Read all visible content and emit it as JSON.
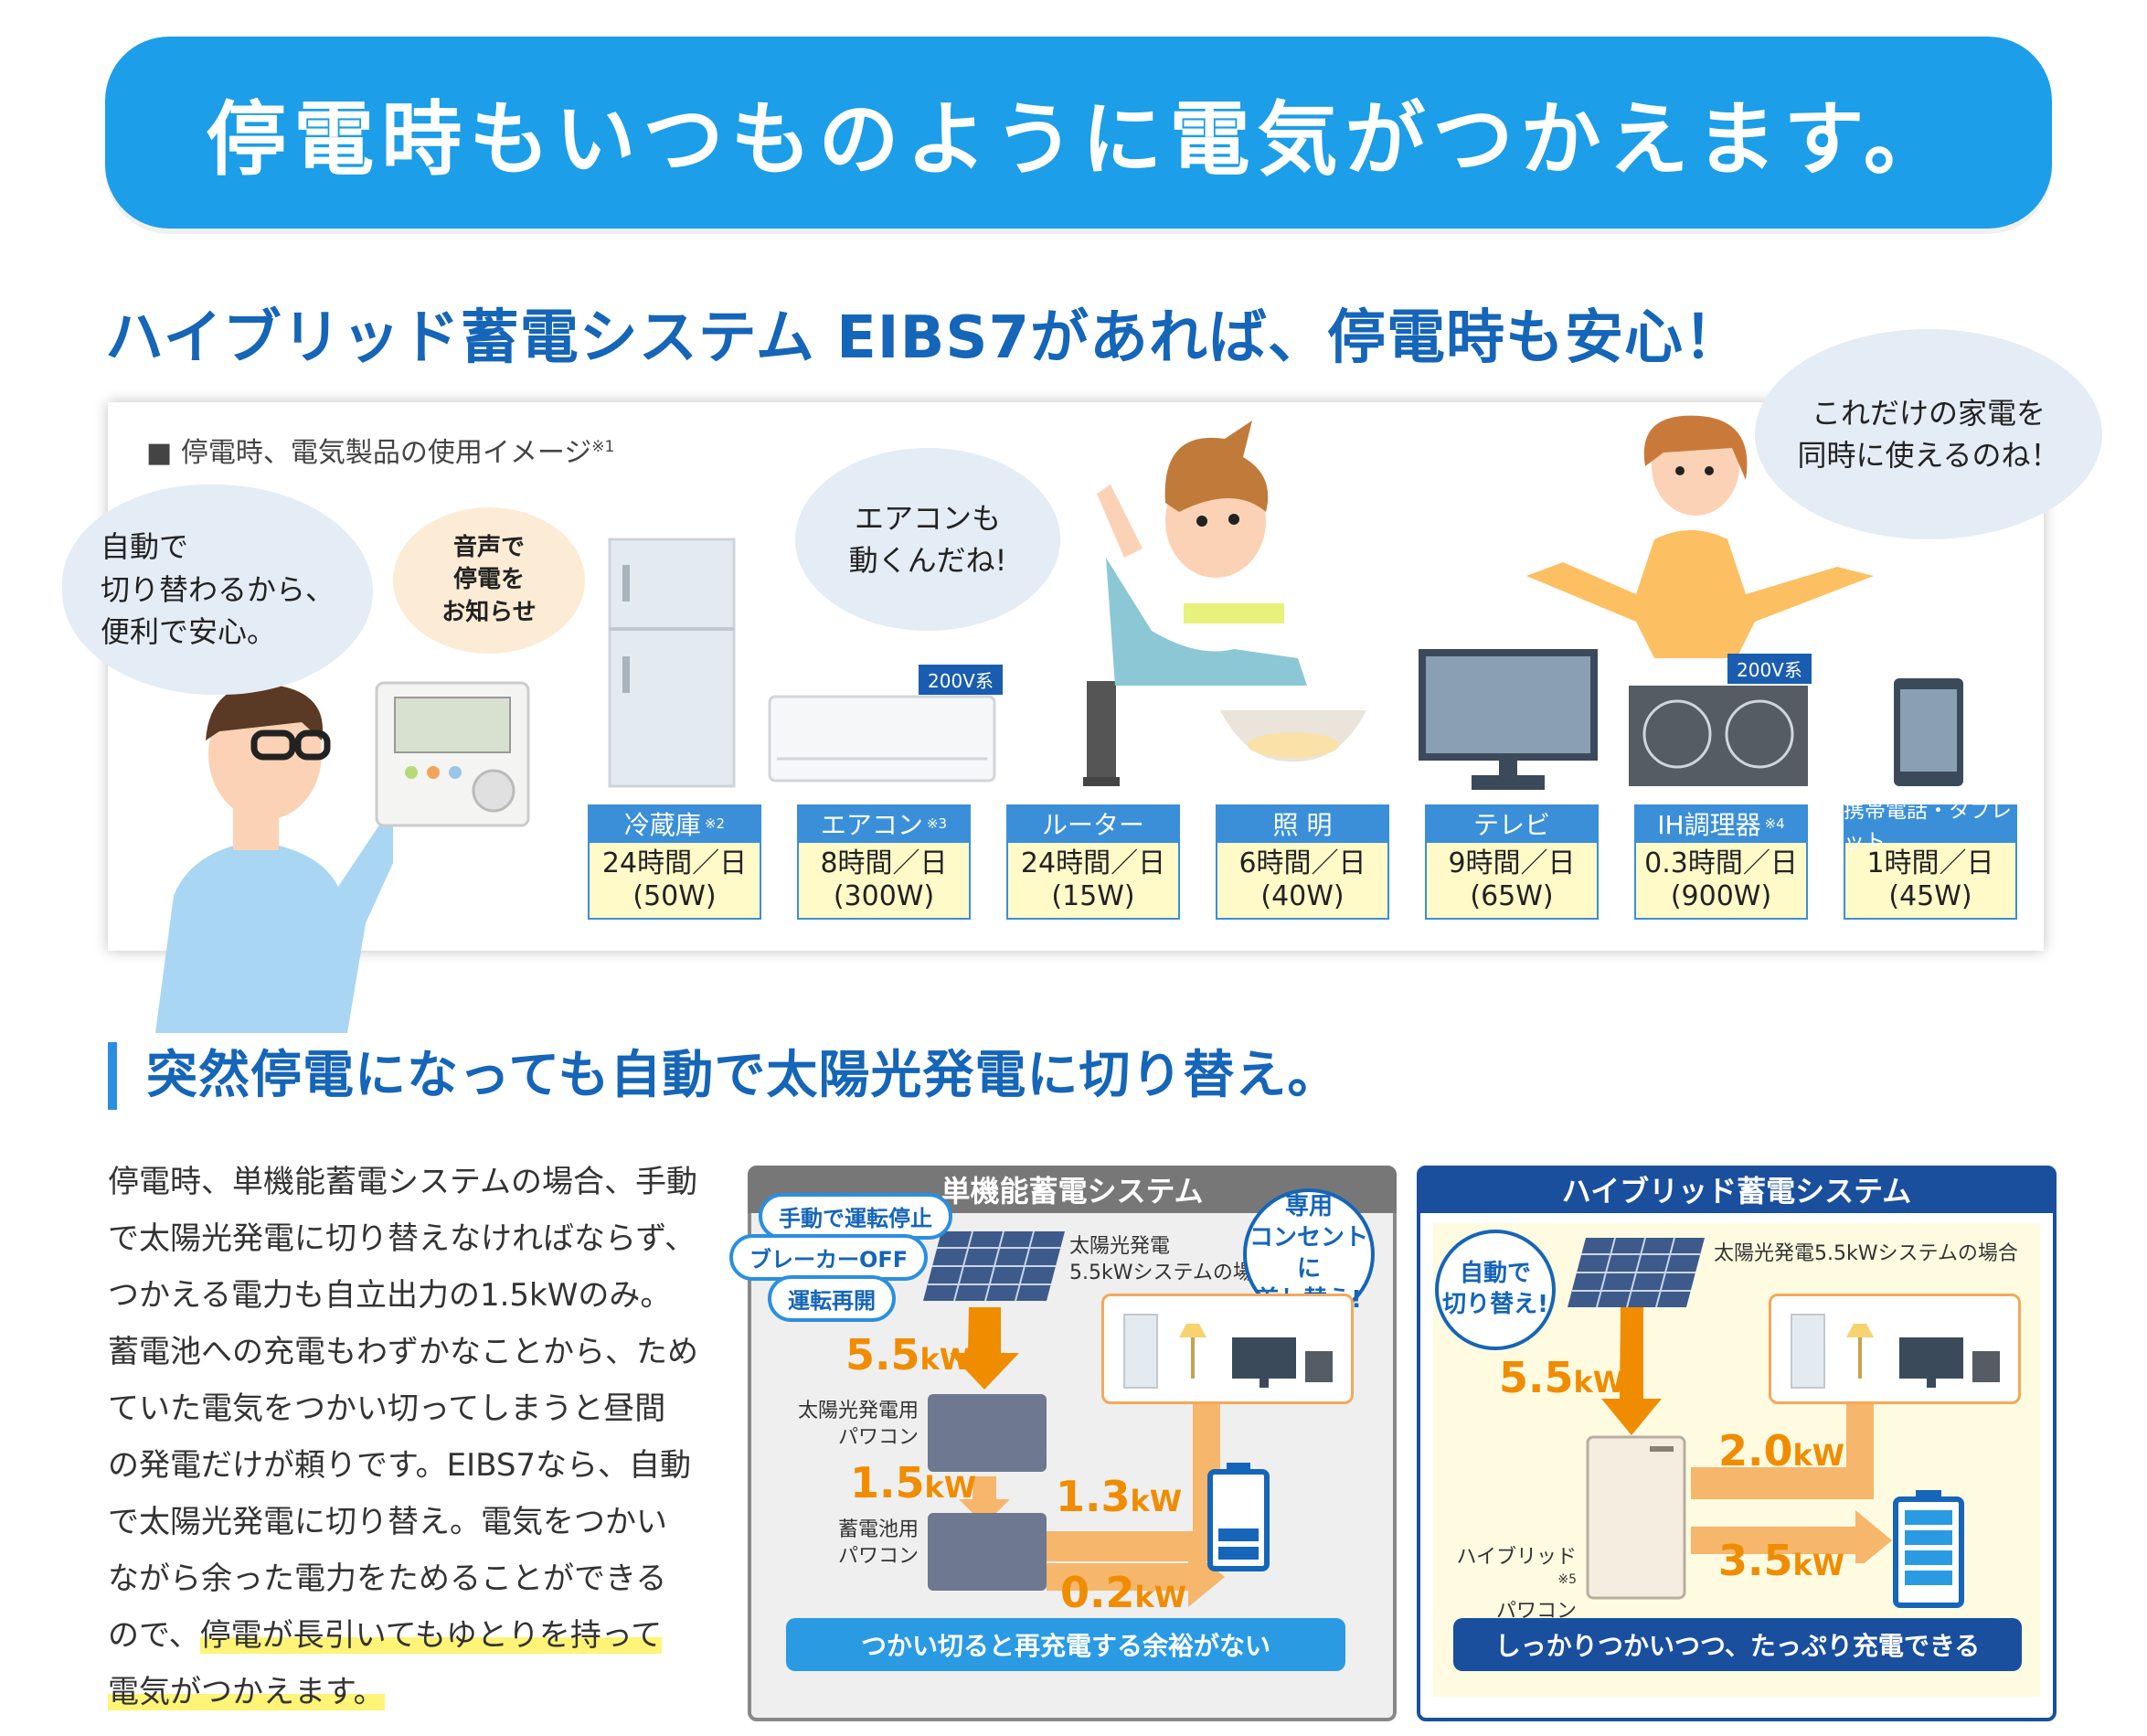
{
  "banner": {
    "title": "停電時もいつものように電気がつかえます。"
  },
  "headline": "ハイブリッド蓄電システム EIBS7があれば、停電時も安心！",
  "panel": {
    "caption": "■ 停電時、電気製品の使用イメージ",
    "caption_note": "※1",
    "bubble_left": [
      "自動で",
      "切り替わるから、",
      "便利で安心。"
    ],
    "bubble_voice": [
      "音声で",
      "停電を",
      "お知らせ"
    ],
    "bubble_ac": [
      "エアコンも",
      "動くんだね!"
    ],
    "bubble_right": [
      "これだけの家電を",
      "同時に使えるのね！"
    ],
    "tag_ac": "200V系",
    "tag_ih": "200V系",
    "appliances": [
      {
        "name": "冷蔵庫",
        "note": "※2",
        "hours": "24時間／日",
        "watts": "(50W)"
      },
      {
        "name": "エアコン",
        "note": "※3",
        "hours": "8時間／日",
        "watts": "(300W)"
      },
      {
        "name": "ルーター",
        "note": "",
        "hours": "24時間／日",
        "watts": "(15W)"
      },
      {
        "name": "照 明",
        "note": "",
        "hours": "6時間／日",
        "watts": "(40W)"
      },
      {
        "name": "テレビ",
        "note": "",
        "hours": "9時間／日",
        "watts": "(65W)"
      },
      {
        "name": "IH調理器",
        "note": "※4",
        "hours": "0.3時間／日",
        "watts": "(900W)"
      },
      {
        "name": "携帯電話・タブレット",
        "note": "",
        "hours": "1時間／日",
        "watts": "(45W)"
      }
    ]
  },
  "section2": {
    "title": "突然停電になっても自動で太陽光発電に切り替え。",
    "body_lines": [
      "停電時、単機能蓄電システムの場合、手動",
      "で太陽光発電に切り替えなければならず、",
      "つかえる電力も自立出力の1.5kWのみ。",
      "蓄電池への充電もわずかなことから、ため",
      "ていた電気をつかい切ってしまうと昼間",
      "の発電だけが頼りです。EIBS7なら、自動",
      "で太陽光発電に切り替え。電気をつかい",
      "ながら余った電力をためることができる"
    ],
    "body_line9_pre": "ので、",
    "body_line9_hl": "停電が長引いてもゆとりを持って",
    "body_line10_hl": "電気がつかえます。"
  },
  "single_system": {
    "title": "単機能蓄電システム",
    "step1": "手動で運転停止",
    "step2": "ブレーカーOFF",
    "step3": "運転再開",
    "badge": [
      "専用",
      "コンセントに",
      "差し替え!"
    ],
    "solar_label": [
      "太陽光発電",
      "5.5kWシステムの場合"
    ],
    "kw_solar": "5.5",
    "kw_mid": "1.5",
    "kw_home": "1.3",
    "kw_batt": "0.2",
    "kw_unit": "kW",
    "pcs1": [
      "太陽光発電用",
      "パワコン"
    ],
    "pcs2": [
      "蓄電池用",
      "パワコン"
    ],
    "footer": "つかい切ると再充電する余裕がない"
  },
  "hybrid_system": {
    "title": "ハイブリッド蓄電システム",
    "badge": [
      "自動で",
      "切り替え!"
    ],
    "solar_label": "太陽光発電5.5kWシステムの場合",
    "kw_solar": "5.5",
    "kw_home": "2.0",
    "kw_batt": "3.5",
    "kw_unit": "kW",
    "pcs": [
      "ハイブリッド",
      "パワコン"
    ],
    "pcs_note": "※5",
    "footer": "しっかりつかいつつ、たっぷり充電できる"
  },
  "colors": {
    "banner": "#1c9ee8",
    "headline": "#1565b8",
    "accent_orange": "#f08c00",
    "hybrid_navy": "#1a4f9e"
  }
}
